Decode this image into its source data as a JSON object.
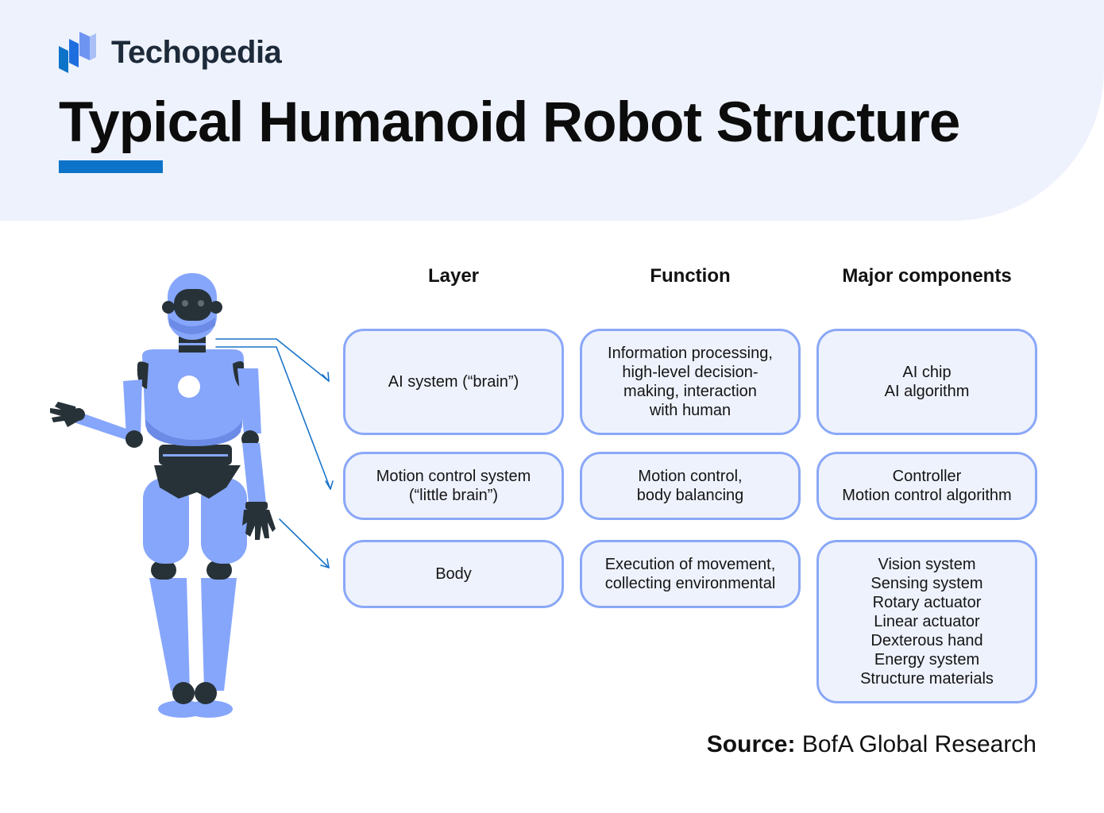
{
  "header": {
    "brand_name": "Techopedia",
    "title": "Typical Humanoid Robot Structure"
  },
  "table": {
    "headers": [
      "Layer",
      "Function",
      "Major components"
    ],
    "rows": [
      {
        "layer": "AI system (“brain”)",
        "function": "Information processing,\nhigh-level decision-\nmaking, interaction\nwith human",
        "components": "AI chip\nAI algorithm"
      },
      {
        "layer": "Motion control system\n(“little brain”)",
        "function": "Motion control,\nbody balancing",
        "components": "Controller\nMotion control algorithm"
      },
      {
        "layer": "Body",
        "function": "Execution of movement,\ncollecting environmental",
        "components": "Vision system\nSensing system\nRotary actuator\nLinear actuator\nDexterous hand\nEnergy system\nStructure materials"
      }
    ]
  },
  "source": {
    "label": "Source:",
    "text": "BofA Global Research"
  },
  "colors": {
    "accent": "#0d73c8",
    "robot_body": "#86a6fb",
    "robot_dark": "#273238",
    "cell_border": "#8aa8f7",
    "cell_fill": "#eef2fd",
    "header_bg": "#eef2fc"
  }
}
